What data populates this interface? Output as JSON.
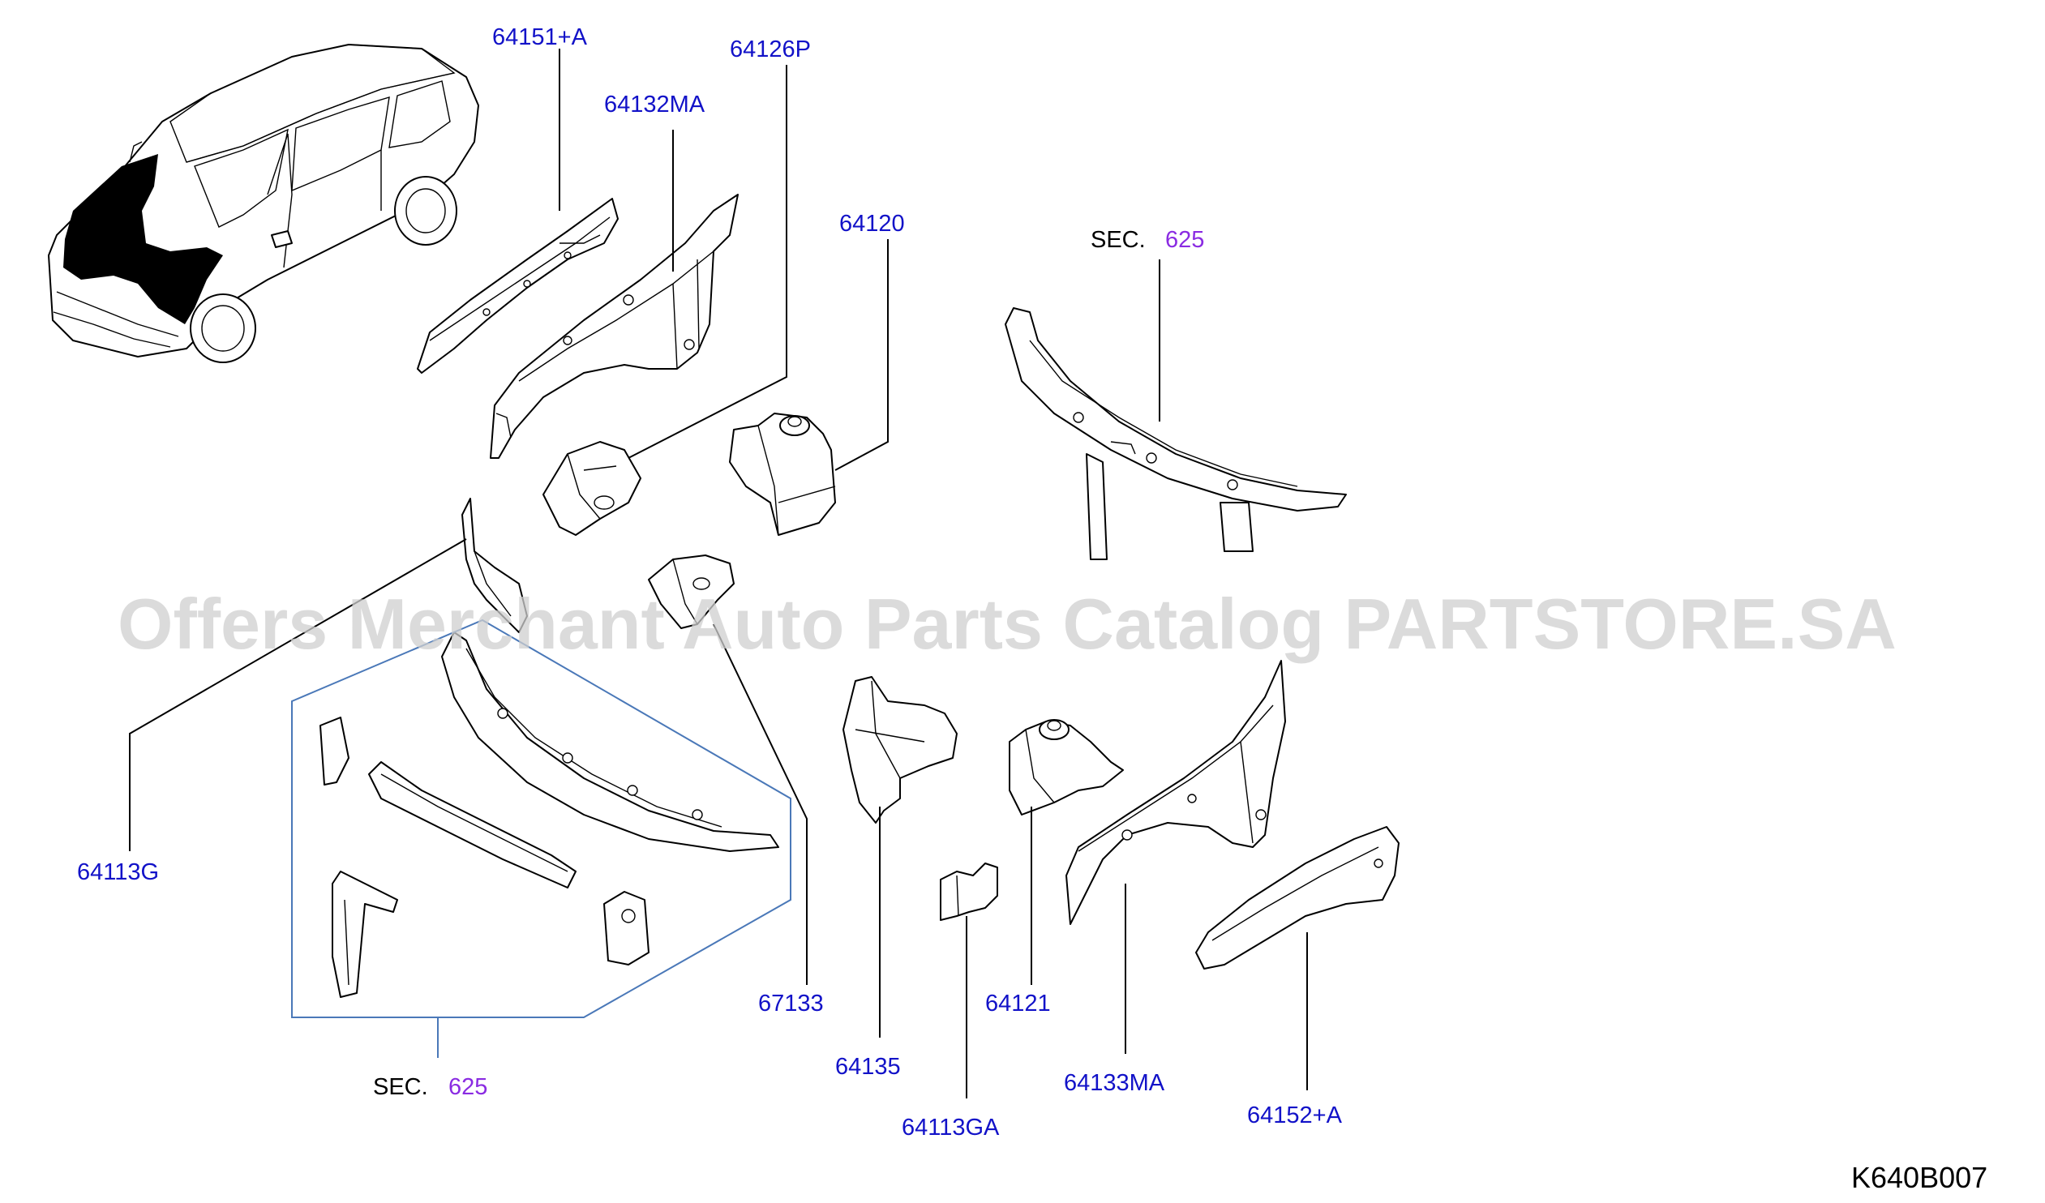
{
  "watermark": "Offers Merchant Auto Parts Catalog PARTSTORE.SA",
  "diagram_code": "K640B007",
  "section_ref": {
    "prefix": "SEC.",
    "number": "625"
  },
  "part_numbers": {
    "p64151A": "64151+A",
    "p64126P": "64126P",
    "p64132MA": "64132MA",
    "p64120": "64120",
    "p64113G": "64113G",
    "p67133": "67133",
    "p64135": "64135",
    "p64113GA": "64113GA",
    "p64121": "64121",
    "p64133MA": "64133MA",
    "p64152A": "64152+A"
  },
  "colors": {
    "part_label": "#1212c8",
    "section_label": "#8a2be2",
    "bracket_box": "#4a78b8",
    "line": "#000000"
  }
}
